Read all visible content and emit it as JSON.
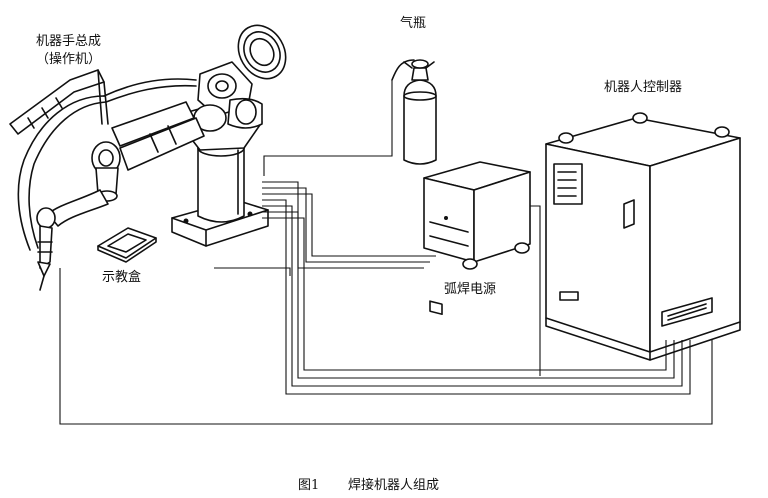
{
  "labels": {
    "robot_arm": "机器手总成",
    "robot_arm_sub": "（操作机）",
    "gas_cylinder": "气瓶",
    "controller": "机器人控制器",
    "teach_pendant": "示教盒",
    "welding_power": "弧焊电源"
  },
  "caption": {
    "figure": "图1",
    "title": "焊接机器人组成"
  }
}
